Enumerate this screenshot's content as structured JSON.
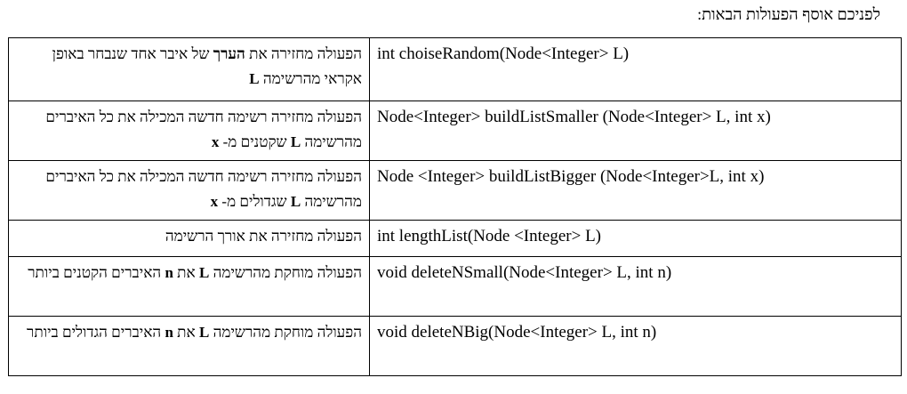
{
  "intro": "לפניכם אוסף הפעולות הבאות:",
  "rows": [
    {
      "signature": "int choiseRandom(Node<Integer> L)",
      "desc": {
        "p1": "הפעולה מחזירה את ",
        "b1": "הערך",
        "p2": " של איבר אחד שנבחר באופן אקראי מהרשימה ",
        "b2": "L",
        "p3": ""
      }
    },
    {
      "signature": "Node<Integer> buildListSmaller (Node<Integer> L, int x)",
      "desc": {
        "p1": "הפעולה מחזירה רשימה חדשה המכילה את כל האיברים מהרשימה ",
        "b1": "L",
        "p2": " שקטנים מ- ",
        "b2": "x",
        "p3": ""
      }
    },
    {
      "signature": "Node <Integer> buildListBigger (Node<Integer>L, int x)",
      "desc": {
        "p1": "הפעולה מחזירה רשימה חדשה המכילה את כל האיברים מהרשימה ",
        "b1": "L",
        "p2": " שגדולים מ- ",
        "b2": "x",
        "p3": ""
      }
    },
    {
      "signature": "int lengthList(Node <Integer> L)",
      "desc": {
        "p1": "הפעולה מחזירה את אורך הרשימה",
        "b1": "",
        "p2": "",
        "b2": "",
        "p3": ""
      }
    },
    {
      "signature": "void deleteNSmall(Node<Integer> L, int n)",
      "desc": {
        "p1": "הפעולה מוחקת מהרשימה ",
        "b1": "L",
        "p2": " את ",
        "b2": "n",
        "p3": " האיברים הקטנים ביותר"
      }
    },
    {
      "signature": "void deleteNBig(Node<Integer> L, int n)",
      "desc": {
        "p1": "הפעולה מוחקת מהרשימה ",
        "b1": "L",
        "p2": " את ",
        "b2": "n",
        "p3": " האיברים הגדולים ביותר"
      }
    }
  ]
}
